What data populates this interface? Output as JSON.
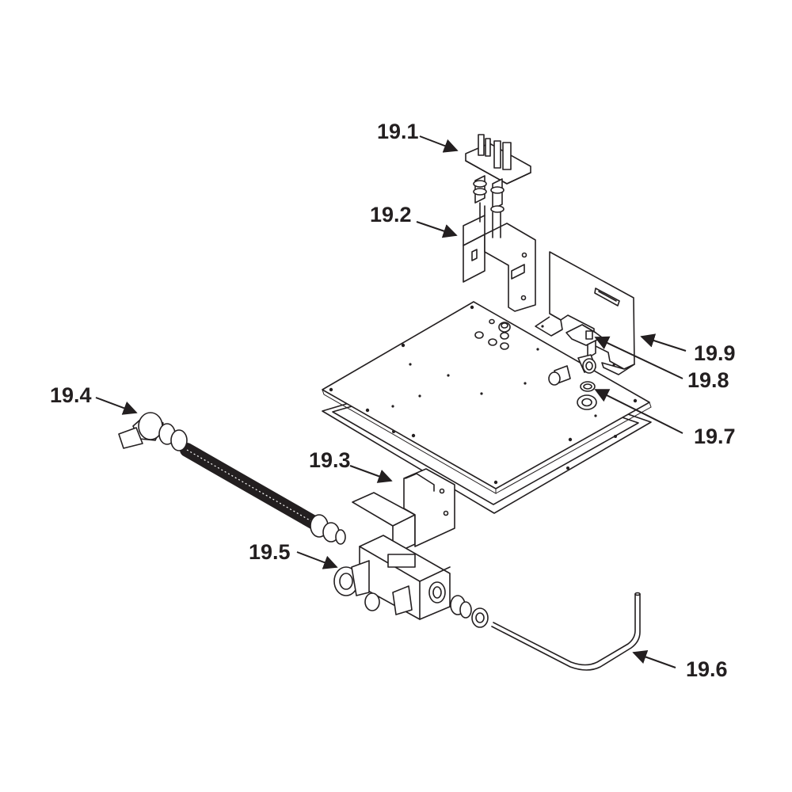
{
  "callouts": [
    {
      "id": "19.1",
      "label": "19.1"
    },
    {
      "id": "19.2",
      "label": "19.2"
    },
    {
      "id": "19.3",
      "label": "19.3"
    },
    {
      "id": "19.4",
      "label": "19.4"
    },
    {
      "id": "19.5",
      "label": "19.5"
    },
    {
      "id": "19.6",
      "label": "19.6"
    },
    {
      "id": "19.7",
      "label": "19.7"
    },
    {
      "id": "19.8",
      "label": "19.8"
    },
    {
      "id": "19.9",
      "label": "19.9"
    }
  ],
  "colors": {
    "line": "#231f20",
    "background": "#ffffff"
  }
}
